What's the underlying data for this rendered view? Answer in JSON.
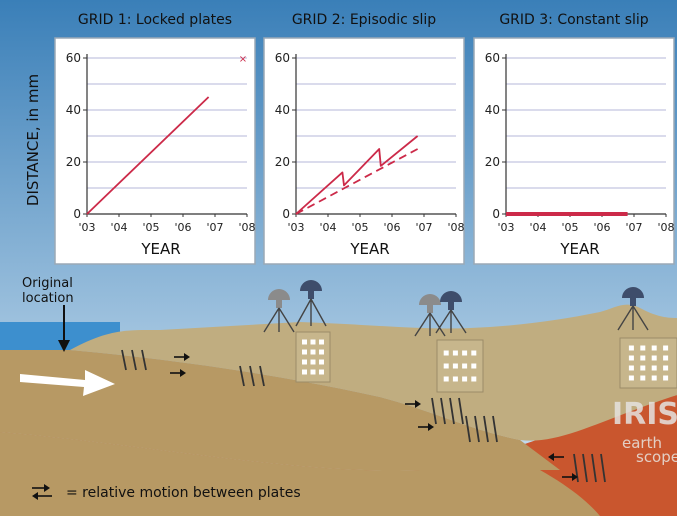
{
  "y_axis_label": "DISTANCE, in mm",
  "legend_text": "= relative motion between plates",
  "original_location_label": [
    "Original",
    "location"
  ],
  "logo": {
    "iris": "IRIS",
    "earthscope": [
      "earth",
      "scope"
    ]
  },
  "colors": {
    "sky_top": "#3a7fb8",
    "sky_bottom": "#d8e8f4",
    "ocean": "#3d8fce",
    "upper_plate": "#c0ad80",
    "lower_plate": "#b79964",
    "mantle": "#c9562e",
    "data_line": "#cc2a49",
    "panel_border": "#9aa9b6",
    "gridline": "#b5b7da"
  },
  "chart_data": [
    {
      "type": "line",
      "title": "GRID 1: Locked plates",
      "xlabel": "YEAR",
      "ylabel": "DISTANCE, in mm",
      "x_ticks": [
        "'03",
        "'04",
        "'05",
        "'06",
        "'07",
        "'08"
      ],
      "y_ticks": [
        "0",
        "20",
        "40",
        "60"
      ],
      "xlim": [
        2003,
        2008
      ],
      "ylim": [
        0,
        60
      ],
      "grid": true,
      "series": [
        {
          "style": "solid",
          "x": [
            2003,
            2006.8
          ],
          "y": [
            0,
            45
          ]
        }
      ]
    },
    {
      "type": "line",
      "title": "GRID 2: Episodic slip",
      "xlabel": "YEAR",
      "x_ticks": [
        "'03",
        "'04",
        "'05",
        "'06",
        "'07",
        "'08"
      ],
      "y_ticks": [
        "0",
        "20",
        "40",
        "60"
      ],
      "xlim": [
        2003,
        2008
      ],
      "ylim": [
        0,
        60
      ],
      "grid": true,
      "series": [
        {
          "style": "solid",
          "x": [
            2003,
            2004.45,
            2004.5,
            2005.6,
            2005.65,
            2006.8
          ],
          "y": [
            0,
            16,
            11,
            25,
            18.5,
            30
          ]
        },
        {
          "style": "dashed",
          "x": [
            2003,
            2006.8
          ],
          "y": [
            0,
            25
          ]
        }
      ]
    },
    {
      "type": "line",
      "title": "GRID 3: Constant slip",
      "xlabel": "YEAR",
      "x_ticks": [
        "'03",
        "'04",
        "'05",
        "'06",
        "'07",
        "'08"
      ],
      "y_ticks": [
        "0",
        "20",
        "40",
        "60"
      ],
      "xlim": [
        2003,
        2008
      ],
      "ylim": [
        0,
        60
      ],
      "grid": true,
      "series": [
        {
          "style": "thick",
          "x": [
            2003,
            2006.8
          ],
          "y": [
            0,
            0
          ]
        }
      ]
    }
  ]
}
